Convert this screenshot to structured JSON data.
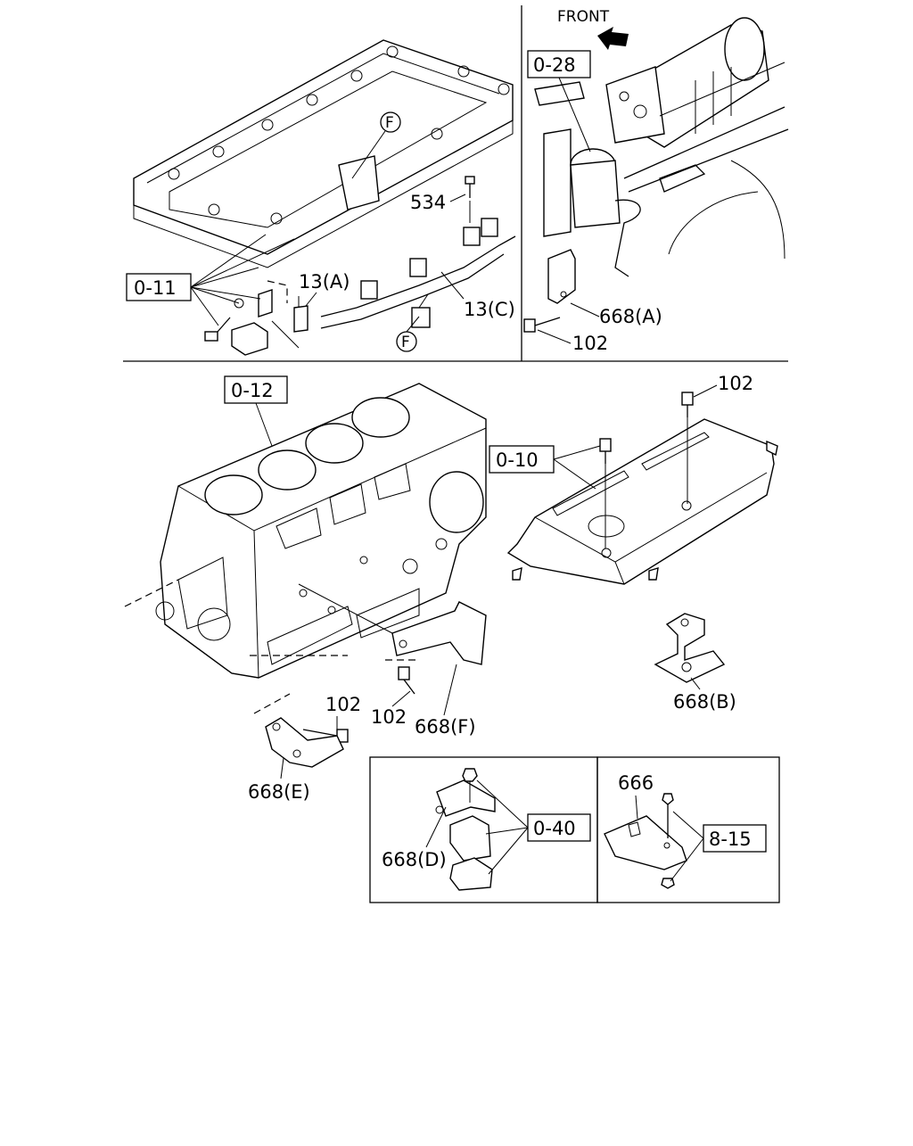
{
  "front_label": "FRONT",
  "callouts": {
    "ref_0_11": "0-11",
    "ref_0_28": "0-28",
    "ref_0_12": "0-12",
    "ref_0_10": "0-10",
    "ref_0_40": "0-40",
    "ref_8_15": "8-15",
    "part_534": "534",
    "part_13a": "13(A)",
    "part_13c": "13(C)",
    "part_668a": "668(A)",
    "part_102_top": "102",
    "part_102_right": "102",
    "part_102_mid": "102",
    "part_102_low": "102",
    "part_668b": "668(B)",
    "part_668e": "668(E)",
    "part_668f": "668(F)",
    "part_668d": "668(D)",
    "part_666": "666",
    "marker_f_top": "F",
    "marker_f_bottom": "F"
  }
}
